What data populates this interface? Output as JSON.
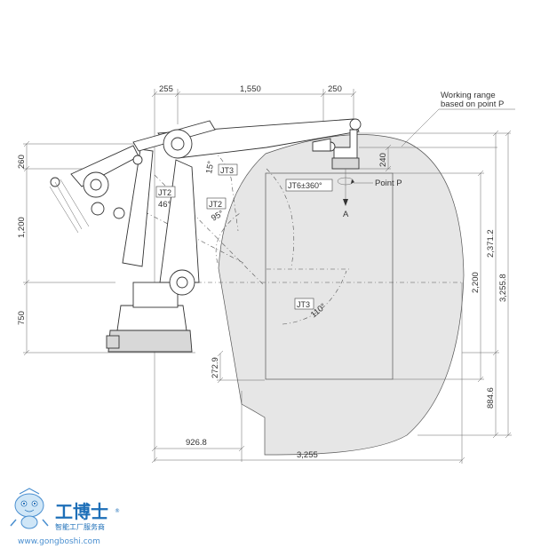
{
  "dimensions": {
    "top_255": "255",
    "top_1550": "1,550",
    "top_250": "250",
    "left_260": "260",
    "left_1200": "1,200",
    "left_750": "750",
    "right_240": "240",
    "right_2200": "2,200",
    "right_2371": "2,371.2",
    "right_3255": "3,255.8",
    "right_884": "884.6",
    "inner_272": "272.9",
    "bottom_926": "926.8",
    "bottom_3255": "3,255"
  },
  "labels": {
    "working_range_line1": "Working range",
    "working_range_line2": "based on point P",
    "point_p": "Point P",
    "view_a": "A",
    "jt6": "JT6±360°",
    "jt3_top": "JT3",
    "jt2_left": "JT2",
    "jt2_mid": "JT2",
    "jt3_lower": "JT3",
    "angle_15": "15°",
    "angle_46": "46°",
    "angle_95": "95°",
    "angle_110": "110°"
  },
  "logo": {
    "name_cn": "工博士",
    "tagline_cn": "智能工厂服务商",
    "url": "www.gongboshi.com",
    "registered": "®",
    "color": "#1d6fb8"
  },
  "colors": {
    "working_range_fill": "#e6e6e6",
    "line": "#444444"
  }
}
